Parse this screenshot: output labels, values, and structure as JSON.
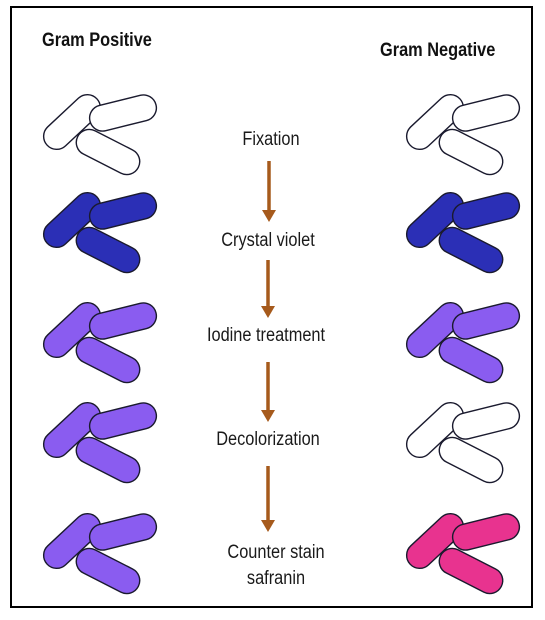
{
  "headings": {
    "left": "Gram Positive",
    "right": "Gram Negative"
  },
  "steps": [
    {
      "label": "Fixation"
    },
    {
      "label": "Crystal violet"
    },
    {
      "label": "Iodine treatment"
    },
    {
      "label": "Decolorization"
    },
    {
      "label": "Counter stain",
      "label2": "safranin"
    }
  ],
  "colors": {
    "none": "#ffffff",
    "crystal_violet": "#2b2fb6",
    "iodine": "#8a5cf0",
    "safranin": "#e8338f",
    "arrow": "#a65a1c",
    "outline": "#1a1a2e"
  },
  "gram_positive": [
    "none",
    "crystal_violet",
    "iodine",
    "iodine",
    "iodine"
  ],
  "gram_negative": [
    "none",
    "crystal_violet",
    "iodine",
    "none",
    "safranin"
  ]
}
